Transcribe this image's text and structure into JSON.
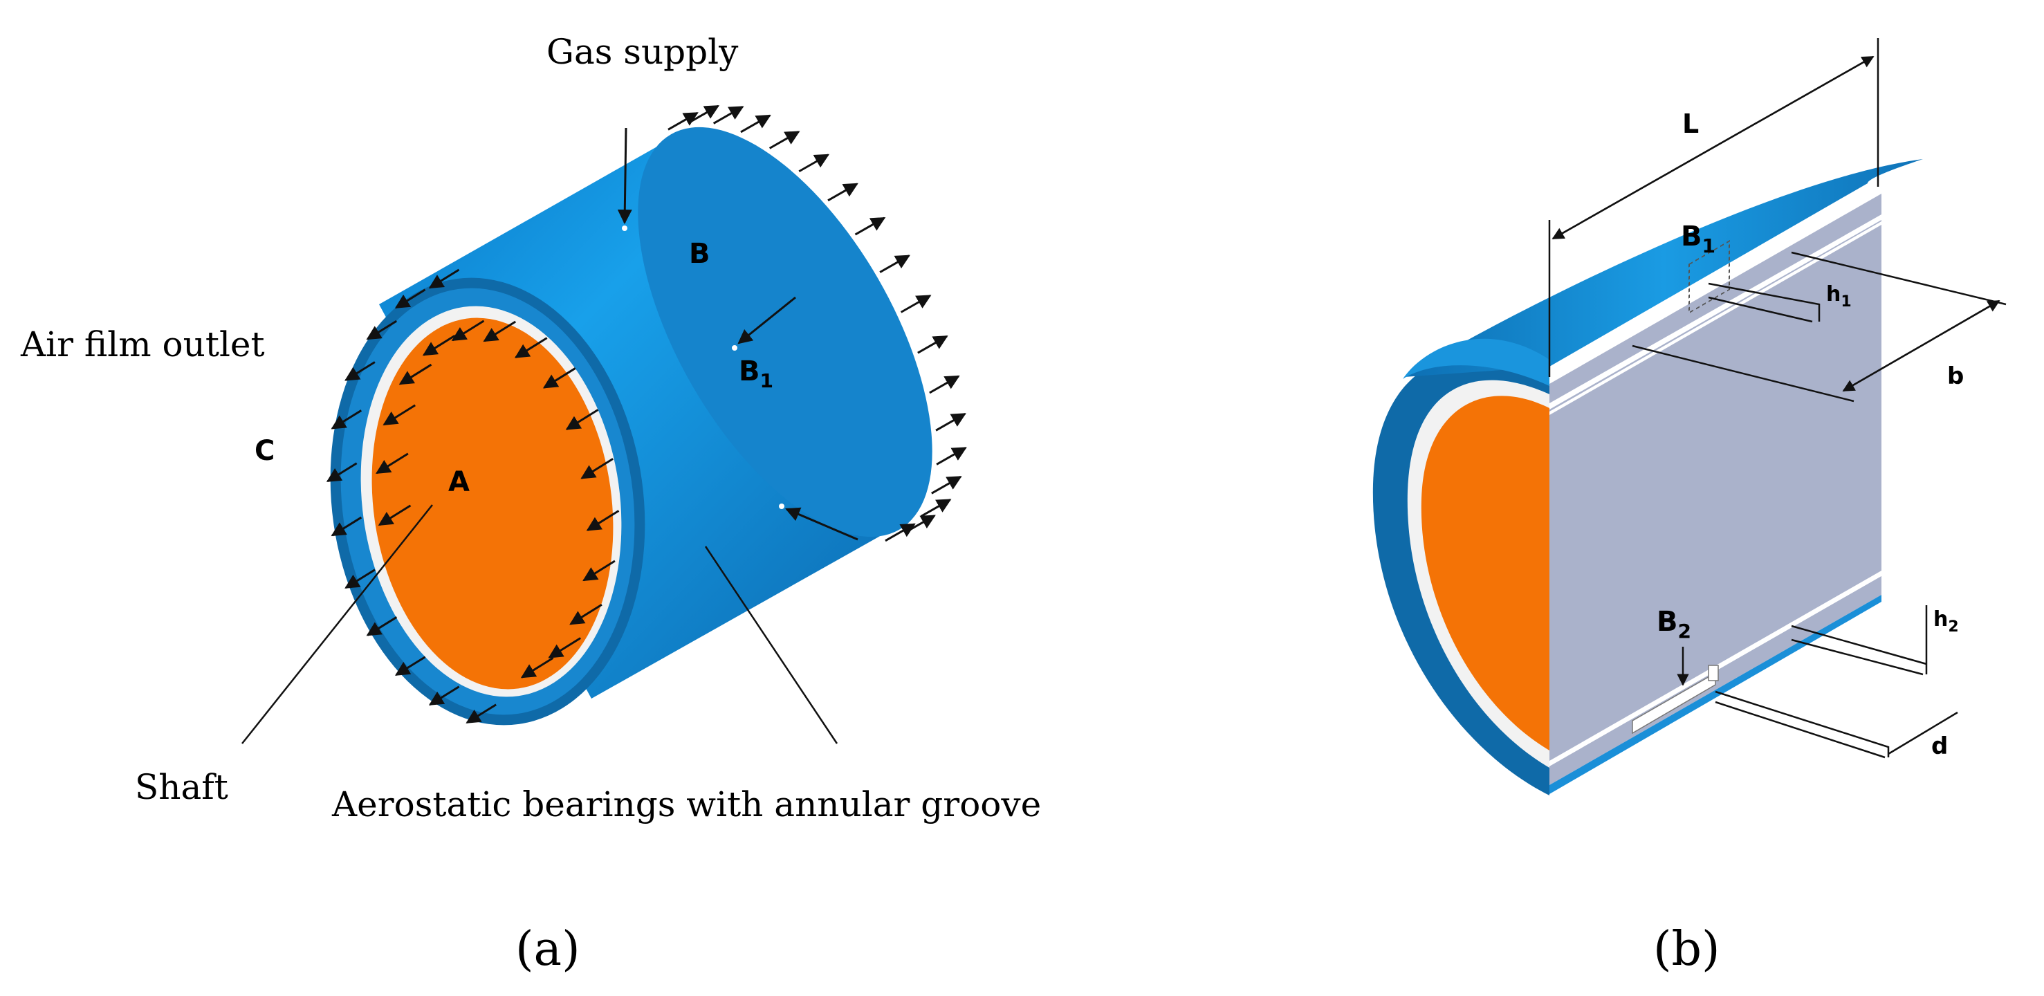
{
  "panel_a": {
    "gas_supply": "Gas supply",
    "air_film_outlet": "Air film outlet",
    "shaft": "Shaft",
    "bearing": "Aerostatic bearings with annular groove",
    "label_A": "A",
    "label_B": "B",
    "label_B1": "B",
    "label_B1_sub": "1",
    "label_C": "C",
    "caption": "(a)"
  },
  "panel_b": {
    "label_L": "L",
    "label_B1": "B",
    "label_B1_sub": "1",
    "label_h1": "h",
    "label_h1_sub": "1",
    "label_b": "b",
    "label_B2": "B",
    "label_B2_sub": "2",
    "label_h2": "h",
    "label_h2_sub": "2",
    "label_d": "d",
    "caption": "(b)"
  },
  "colors": {
    "bearing_blue": "#1a8fd8",
    "bearing_dark": "#0f6aa8",
    "shaft_orange": "#f47306",
    "section_gray": "#aab2cb",
    "film_white": "#f2f2f2"
  }
}
